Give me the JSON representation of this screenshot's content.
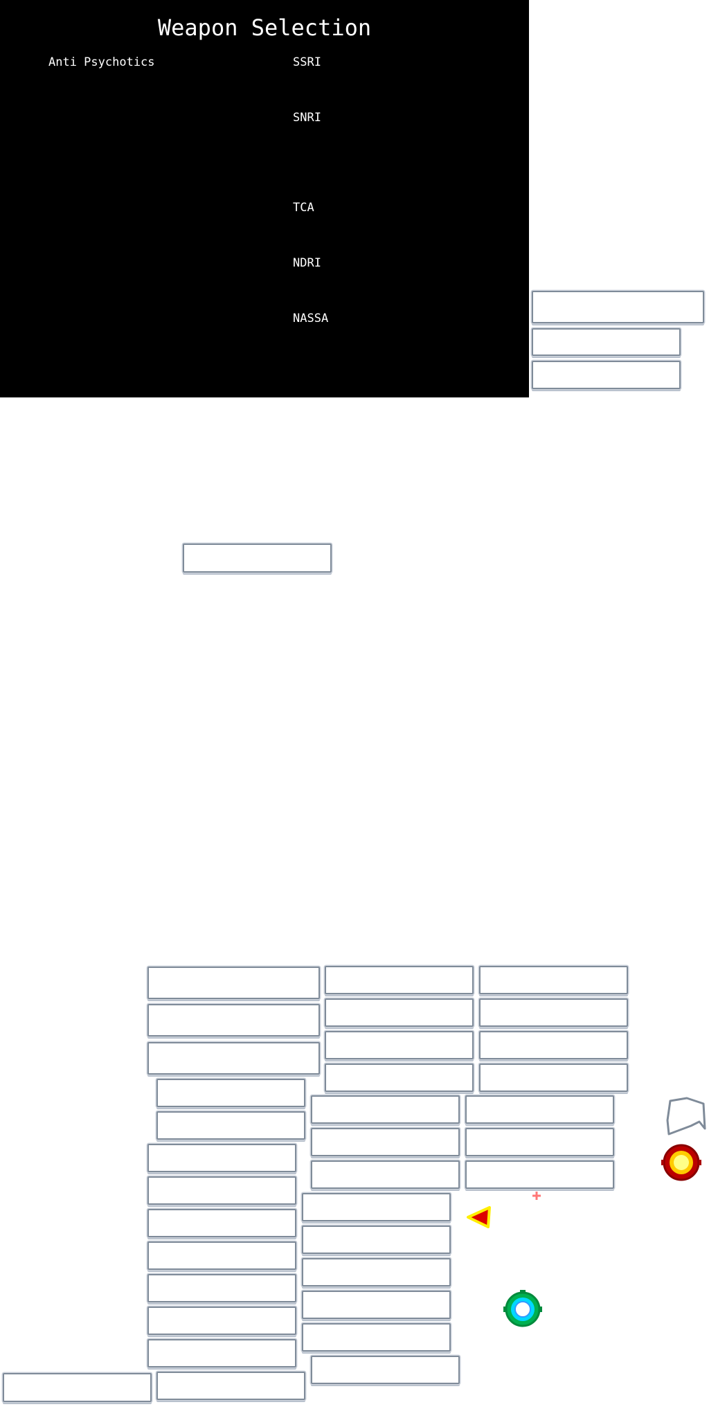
{
  "menu": {
    "title": "Weapon Selection",
    "options": {
      "anti_psychotics": "Anti Psychotics",
      "ssri": "SSRI",
      "snri": "SNRI",
      "tca": "TCA",
      "ndri": "NDRI",
      "nassa": "NASSA"
    },
    "background_color": "#000000",
    "text_color": "#ffffff"
  },
  "playfield": {
    "wall_block_border_color": "#7f8b99",
    "wall_block_fill_color": "#ffffff"
  },
  "tokens": {
    "player": {
      "icon": "red-triangle-arrow-icon",
      "fill": "#dd0000",
      "outline": "#ffee00"
    },
    "red_ring": {
      "icon": "red-gold-ring-icon",
      "outer": "#bb0000",
      "inner": "#ffcc00",
      "center": "#ffff88"
    },
    "green_ring": {
      "icon": "green-cyan-ring-icon",
      "outer": "#00b050",
      "inner": "#00d8ff",
      "center": "#ffffff"
    },
    "pentagon": {
      "icon": "grey-pentagon-outline-icon",
      "stroke": "#7f8b99"
    },
    "crosshair": {
      "icon": "small-pink-cross-icon",
      "color": "#ff7777"
    }
  }
}
